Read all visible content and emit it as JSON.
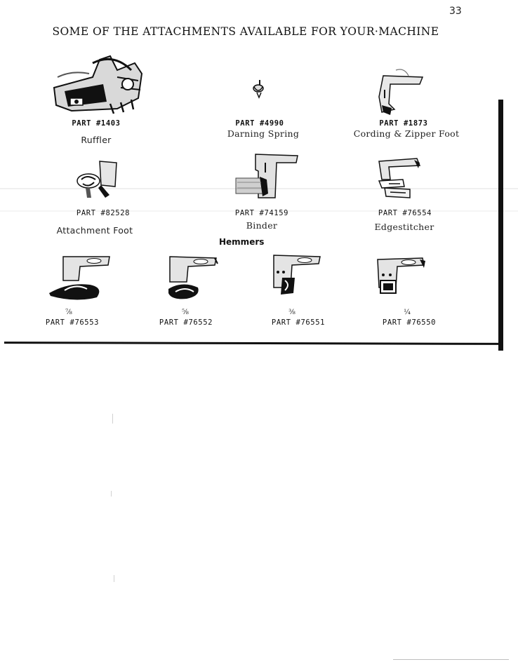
{
  "page_number": "33",
  "title": "SOME OF THE ATTACHMENTS AVAILABLE FOR YOUR·MACHINE",
  "attachments": [
    {
      "part": "PART #1403",
      "name": "Ruffler",
      "icon": "ruffler-icon"
    },
    {
      "part": "PART #4990",
      "name": "Darning Spring",
      "icon": "darning-spring-icon"
    },
    {
      "part": "PART #1873",
      "name": "Cording & Zipper Foot",
      "icon": "cording-zipper-foot-icon"
    },
    {
      "part": "PART #82528",
      "name": "Attachment Foot",
      "icon": "attachment-foot-icon"
    },
    {
      "part": "PART #74159",
      "name": "Binder",
      "icon": "binder-icon"
    },
    {
      "part": "PART #76554",
      "name": "Edgestitcher",
      "icon": "edgestitcher-icon"
    }
  ],
  "hemmers": {
    "heading": "Hemmers",
    "items": [
      {
        "size": "⅞",
        "part": "PART #76553",
        "icon": "hemmer-icon"
      },
      {
        "size": "⅝",
        "part": "PART #76552",
        "icon": "hemmer-icon"
      },
      {
        "size": "⅜",
        "part": "PART #76551",
        "icon": "hemmer-icon"
      },
      {
        "size": "¼",
        "part": "PART #76550",
        "icon": "hemmer-icon"
      }
    ]
  },
  "colors": {
    "ink": "#111111",
    "paper": "#ffffff"
  }
}
